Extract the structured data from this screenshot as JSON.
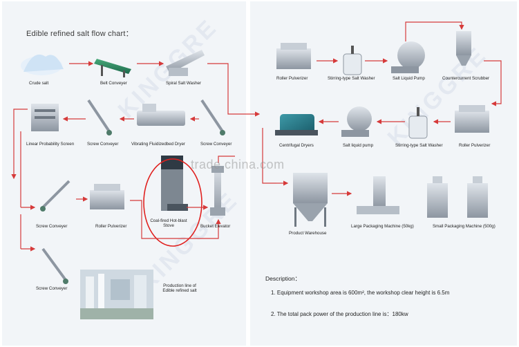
{
  "title": "Edible refined salt flow chart：",
  "watermark": "trade.china.com",
  "brand_watermark": "KINGGRE",
  "nodes": {
    "crude_salt": "Crude salt",
    "belt_conveyer": "Belt Conveyer",
    "spiral_salt_washer": "Spiral Salt Washer",
    "linear_probability_screen": "Linear Probability Screen",
    "screw_conveyer_1": "Screw Conveyer",
    "vibrating_fluidized_bed_dryer": "Vibrating Fluidizedbed Dryer",
    "screw_conveyer_2": "Screw Conveyer",
    "screw_conveyer_3": "Screw Conveyer",
    "roller_pulverizer_left": "Roller Pulverizer",
    "hot_blast_stove": "Coal-fired Hot-blast Stove",
    "bucket_elevator": "Bucket Elevator",
    "screw_conveyer_4": "Screw Conveyer",
    "production_line_caption": "Production line of Edible refined salt",
    "roller_pulverizer_top": "Roller Pulverizer",
    "stirring_salt_washer_top": "Stirring-type Salt Washer",
    "salt_liquid_pump_top": "Salt Liquid Pump",
    "countercurrent_scrubber": "Countercurrent Scrubber",
    "centrifugal_dryers": "Centrifugal Dryers",
    "salt_liquid_pump_mid": "Salt liquid pump",
    "stirring_salt_washer_mid": "Stirring-type Salt Washer",
    "roller_pulverizer_mid": "Roller Pulverizer",
    "product_warehouse": "Product Warehouse",
    "large_packaging_machine": "Large Packaging Machine (50kg)",
    "small_packaging_machine": "Small Packaging Machine (500g)"
  },
  "description": {
    "heading": "Description：",
    "line1": "1. Equipment workshop area is 600m², the workshop clear height is 6.5m",
    "line2": "2. The total pack power of the production line is：180kw"
  },
  "colors": {
    "arrow": "#d63a3a",
    "highlight_circle": "#e0201e",
    "panel_bg": "#f2f5f8",
    "machine": "#9aa3ad"
  }
}
